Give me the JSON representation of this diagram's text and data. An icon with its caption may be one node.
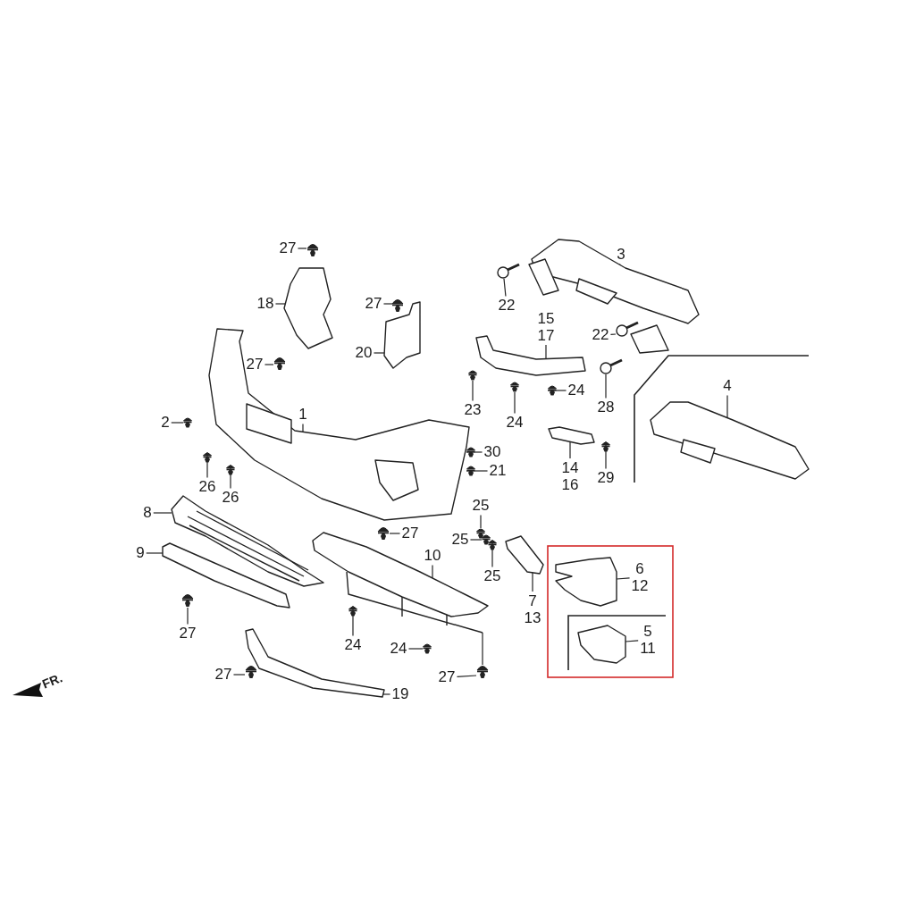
{
  "diagram": {
    "nodes": [
      {
        "text": [
          "27"
        ]
      },
      {
        "text": [
          "3"
        ]
      },
      {
        "text": [
          "22"
        ]
      },
      {
        "text": [
          "15",
          "17"
        ]
      },
      {
        "text": [
          "18"
        ]
      },
      {
        "text": [
          "27"
        ]
      },
      {
        "text": [
          "22"
        ]
      },
      {
        "text": [
          "20"
        ]
      },
      {
        "text": [
          "27"
        ]
      },
      {
        "text": [
          "24"
        ]
      },
      {
        "text": [
          "4"
        ]
      },
      {
        "text": [
          "23"
        ]
      },
      {
        "text": [
          "1"
        ]
      },
      {
        "text": [
          "2"
        ]
      },
      {
        "text": [
          "24"
        ]
      },
      {
        "text": [
          "28"
        ]
      },
      {
        "text": [
          "30"
        ]
      },
      {
        "text": [
          "26"
        ]
      },
      {
        "text": [
          "26"
        ]
      },
      {
        "text": [
          "21"
        ]
      },
      {
        "text": [
          "14",
          "16"
        ]
      },
      {
        "text": [
          "29"
        ]
      },
      {
        "text": [
          "8"
        ]
      },
      {
        "text": [
          "25"
        ]
      },
      {
        "text": [
          "27"
        ]
      },
      {
        "text": [
          "25"
        ]
      },
      {
        "text": [
          "9"
        ]
      },
      {
        "text": [
          "10"
        ]
      },
      {
        "text": [
          "25"
        ]
      },
      {
        "text": [
          "6",
          "12"
        ]
      },
      {
        "text": [
          "7",
          "13"
        ]
      },
      {
        "text": [
          "5",
          "11"
        ]
      },
      {
        "text": [
          "27"
        ]
      },
      {
        "text": [
          "24"
        ]
      },
      {
        "text": [
          "24"
        ]
      },
      {
        "text": [
          "27"
        ]
      },
      {
        "text": [
          "27"
        ]
      },
      {
        "text": [
          "19"
        ]
      },
      {
        "text": [],
        "shape": "picture"
      },
      {
        "text": [],
        "shape": "picture"
      },
      {
        "text": [],
        "shape": "picture"
      },
      {
        "text": [],
        "shape": "picture"
      },
      {
        "text": [],
        "shape": "picture"
      },
      {
        "text": [],
        "shape": "picture"
      },
      {
        "text": [],
        "shape": "picture"
      },
      {
        "text": [],
        "shape": "picture"
      },
      {
        "text": [],
        "shape": "picture"
      },
      {
        "text": [],
        "shape": "picture"
      },
      {
        "text": [],
        "shape": "picture"
      },
      {
        "text": [],
        "shape": "picture"
      },
      {
        "text": [],
        "shape": "picture"
      },
      {
        "text": [],
        "shape": "picture"
      },
      {
        "text": [],
        "shape": "picture"
      },
      {
        "text": [],
        "shape": "picture"
      },
      {
        "text": [],
        "shape": "picture"
      },
      {
        "text": [],
        "shape": "picture"
      },
      {
        "text": [],
        "shape": "picture"
      },
      {
        "text": [],
        "shape": "picture"
      },
      {
        "text": [],
        "shape": "picture"
      },
      {
        "text": [],
        "shape": "picture"
      },
      {
        "text": [],
        "shape": "picture"
      },
      {
        "text": [],
        "shape": "picture"
      },
      {
        "text": [],
        "shape": "picture"
      },
      {
        "text": [],
        "shape": "picture"
      },
      {
        "text": [],
        "shape": "picture"
      },
      {
        "text": [],
        "shape": "picture"
      },
      {
        "text": [],
        "shape": "picture"
      },
      {
        "text": [],
        "shape": "picture"
      },
      {
        "text": [],
        "shape": "picture"
      },
      {
        "text": [],
        "shape": "picture"
      },
      {
        "text": [],
        "shape": "picture"
      },
      {
        "text": [],
        "shape": "picture"
      },
      {
        "text": [],
        "shape": "picture"
      },
      {
        "text": [],
        "shape": "picture"
      },
      {
        "text": [],
        "shape": "picture"
      },
      {
        "text": [],
        "shape": "picture"
      }
    ],
    "edges": [
      {
        "from": 0,
        "to": 38,
        "arrow": "none"
      },
      {
        "from": 1,
        "to": 39,
        "arrow": "none"
      },
      {
        "from": 2,
        "to": 40,
        "arrow": "none"
      },
      {
        "from": 3,
        "to": 41,
        "arrow": "none"
      },
      {
        "from": 4,
        "to": 42,
        "arrow": "none"
      },
      {
        "from": 5,
        "to": 43,
        "arrow": "none"
      },
      {
        "from": 6,
        "to": 44,
        "arrow": "none"
      },
      {
        "from": 7,
        "to": 45,
        "arrow": "none"
      },
      {
        "from": 8,
        "to": 46,
        "arrow": "none"
      },
      {
        "from": 9,
        "to": 47,
        "arrow": "none"
      },
      {
        "from": 10,
        "to": 48,
        "arrow": "none"
      },
      {
        "from": 11,
        "to": 49,
        "arrow": "none"
      },
      {
        "from": 12,
        "to": 50,
        "arrow": "none"
      },
      {
        "from": 13,
        "to": 51,
        "arrow": "none"
      },
      {
        "from": 14,
        "to": 52,
        "arrow": "none"
      },
      {
        "from": 15,
        "to": 53,
        "arrow": "none"
      },
      {
        "from": 16,
        "to": 54,
        "arrow": "none"
      },
      {
        "from": 17,
        "to": 55,
        "arrow": "none"
      },
      {
        "from": 18,
        "to": 56,
        "arrow": "none"
      },
      {
        "from": 19,
        "to": 57,
        "arrow": "none"
      },
      {
        "from": 20,
        "to": 58,
        "arrow": "none"
      },
      {
        "from": 21,
        "to": 59,
        "arrow": "none"
      },
      {
        "from": 22,
        "to": 60,
        "arrow": "none"
      },
      {
        "from": 23,
        "to": 61,
        "arrow": "none"
      },
      {
        "from": 24,
        "to": 62,
        "arrow": "none"
      },
      {
        "from": 25,
        "to": 63,
        "arrow": "none"
      },
      {
        "from": 26,
        "to": 64,
        "arrow": "none"
      },
      {
        "from": 27,
        "to": 65,
        "arrow": "none"
      },
      {
        "from": 28,
        "to": 66,
        "arrow": "none"
      },
      {
        "from": 29,
        "to": 67,
        "arrow": "none"
      },
      {
        "from": 30,
        "to": 68,
        "arrow": "none"
      },
      {
        "from": 31,
        "to": 69,
        "arrow": "none"
      },
      {
        "from": 32,
        "to": 70,
        "arrow": "none"
      },
      {
        "from": 33,
        "to": 71,
        "arrow": "none"
      },
      {
        "from": 34,
        "to": 72,
        "arrow": "none"
      },
      {
        "from": 35,
        "to": 73,
        "arrow": "none"
      },
      {
        "from": 36,
        "to": 74,
        "arrow": "none"
      },
      {
        "from": 37,
        "to": 75,
        "arrow": "none"
      },
      {
        "from": 65,
        "to": 74,
        "arrow": "none"
      }
    ],
    "labels": [
      "FR."
    ]
  }
}
